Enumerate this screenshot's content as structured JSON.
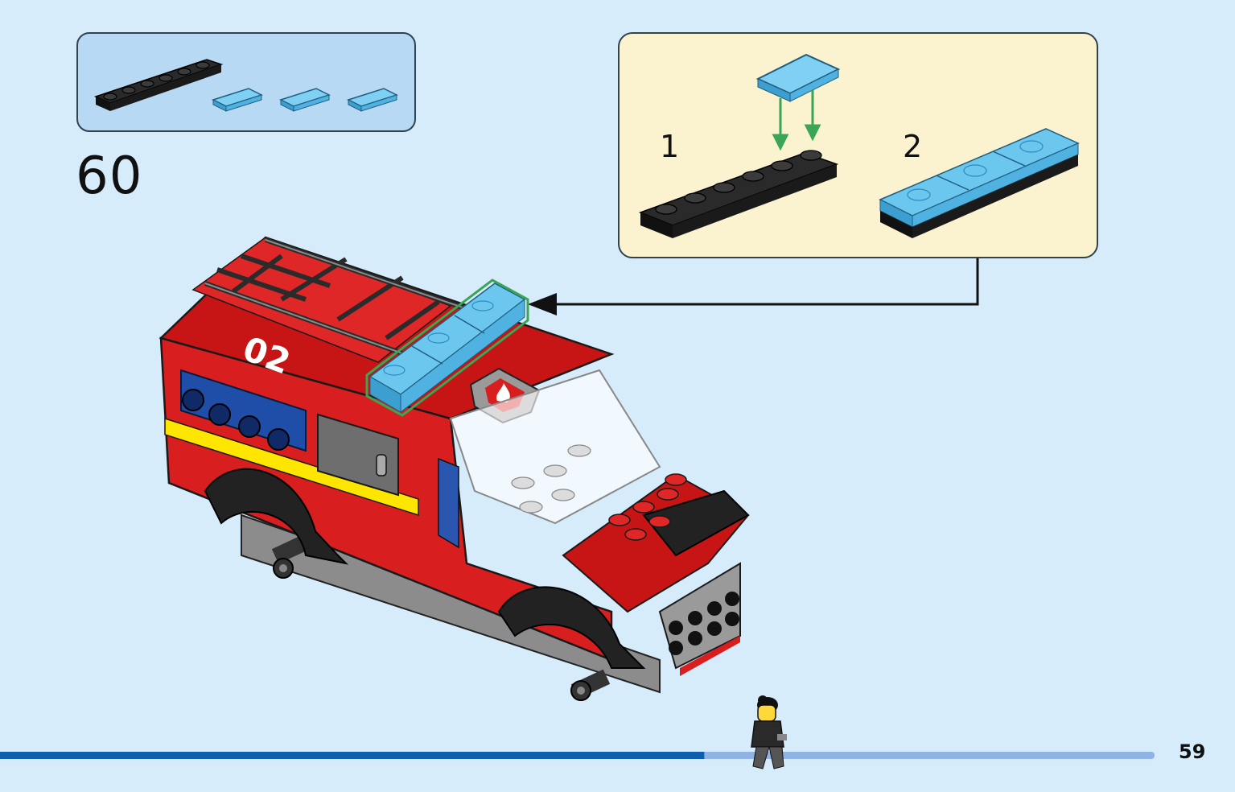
{
  "step": {
    "number": "60"
  },
  "sub_steps": [
    {
      "label": "1"
    },
    {
      "label": "2"
    }
  ],
  "page": {
    "number": "59"
  },
  "progress": {
    "fraction": 0.61
  },
  "vehicle": {
    "door_decal": "02"
  },
  "icons": {
    "parts": [
      "black-1x6-plate-icon",
      "trans-blue-1x2-tile-icon",
      "trans-blue-1x2-tile-icon",
      "trans-blue-1x2-tile-icon"
    ],
    "figure": "minifigure-walking-icon",
    "emblem": "fire-shield-icon"
  },
  "colors": {
    "background": "#d7ecfb",
    "parts_box": "#b7d9f4",
    "sub_box": "#fbf2cf",
    "truck_red": "#d81e1e",
    "trans_blue": "#5bb9e6",
    "progress_done": "#0b5fad",
    "progress_rest": "#8fb4e3",
    "highlight": "#3aa655"
  }
}
